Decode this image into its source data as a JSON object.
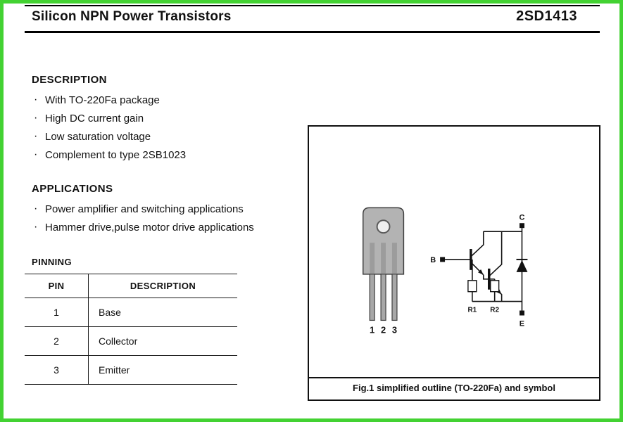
{
  "colors": {
    "page_border": "#43d232"
  },
  "header": {
    "title": "Silicon NPN Power Transistors",
    "part_number": "2SD1413"
  },
  "lists": {
    "bullet": "·"
  },
  "description": {
    "heading": "DESCRIPTION",
    "items": [
      "With TO-220Fa package",
      "High DC current gain",
      "Low saturation voltage",
      "Complement to type 2SB1023"
    ]
  },
  "applications": {
    "heading": "APPLICATIONS",
    "items": [
      "Power amplifier and switching applications",
      "Hammer drive,pulse motor drive applications"
    ]
  },
  "pinning": {
    "heading": "PINNING",
    "columns": [
      "PIN",
      "DESCRIPTION"
    ],
    "rows": [
      [
        "1",
        "Base"
      ],
      [
        "2",
        "Collector"
      ],
      [
        "3",
        "Emitter"
      ]
    ]
  },
  "figure": {
    "caption": "Fig.1 simplified outline (TO-220Fa) and symbol",
    "package_pins": [
      "1",
      "2",
      "3"
    ],
    "schematic": {
      "base": "B",
      "collector": "C",
      "emitter": "E",
      "r1": "R1",
      "r2": "R2"
    }
  }
}
